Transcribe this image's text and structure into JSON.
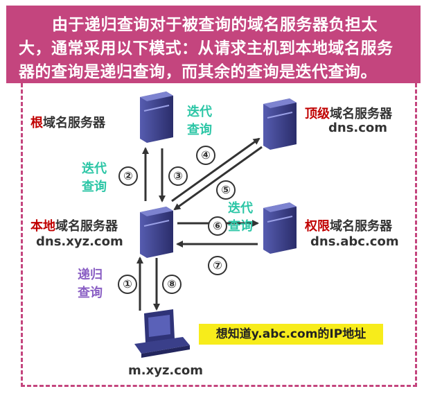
{
  "header": {
    "line1": "由于递归查询对于被查询的域名服务器负担太",
    "line2": "大，通常采用以下模式：从请求主机到本地域名服务",
    "line3": "器的查询是递归查询，而其余的查询是迭代查询。"
  },
  "servers": {
    "root": {
      "highlight": "根",
      "rest": "域名服务器"
    },
    "tld": {
      "highlight": "顶级",
      "rest": "域名服务器",
      "host": "dns.com"
    },
    "local": {
      "highlight": "本地",
      "rest": "域名服务器",
      "host": "dns.xyz.com"
    },
    "auth": {
      "highlight": "权限",
      "rest": "域名服务器",
      "host": "dns.abc.com"
    }
  },
  "client": {
    "host": "m.xyz.com"
  },
  "query_labels": {
    "iterative_top_line1": "迭代",
    "iterative_top_line2": "查询",
    "iterative_left_line1": "迭代",
    "iterative_left_line2": "查询",
    "iterative_right_line1": "迭代",
    "iterative_right_line2": "查询",
    "recursive_line1": "递归",
    "recursive_line2": "查询"
  },
  "steps": [
    "②",
    "③",
    "④",
    "⑤",
    "⑥",
    "⑦",
    "①",
    "⑧"
  ],
  "note": "想知道y.abc.com的IP地址",
  "colors": {
    "header_bg": "#c4457e",
    "highlight": "#c00000",
    "iterative": "#2cc6a6",
    "recursive": "#8a5fc4",
    "note_bg": "#f7ec1b",
    "server": "#3a3f8a"
  }
}
